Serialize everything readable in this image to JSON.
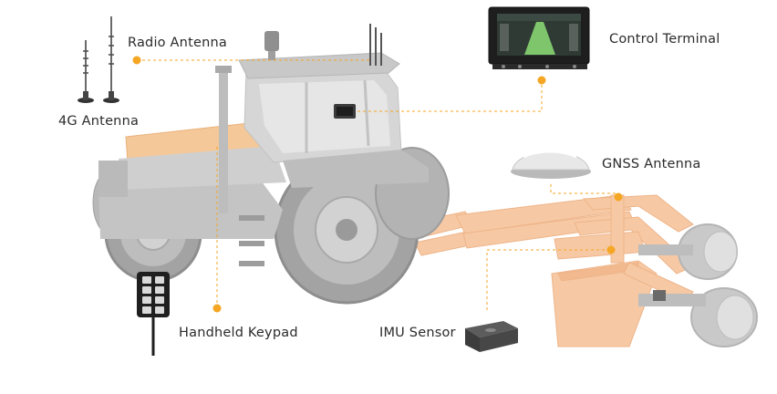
{
  "labels": {
    "radio_antenna": "Radio Antenna",
    "antenna_4g": "4G Antenna",
    "control_terminal": "Control Terminal",
    "gnss_antenna": "GNSS Antenna",
    "handheld_keypad": "Handheld Keypad",
    "imu_sensor": "IMU Sensor"
  },
  "colors": {
    "accent": "#f5a623",
    "implement": "#f6c9a4",
    "tractor_body": "#cfcfcf",
    "tractor_hood": "#f4c898",
    "tire": "#9b9b9b",
    "text": "#2b2b2b"
  }
}
